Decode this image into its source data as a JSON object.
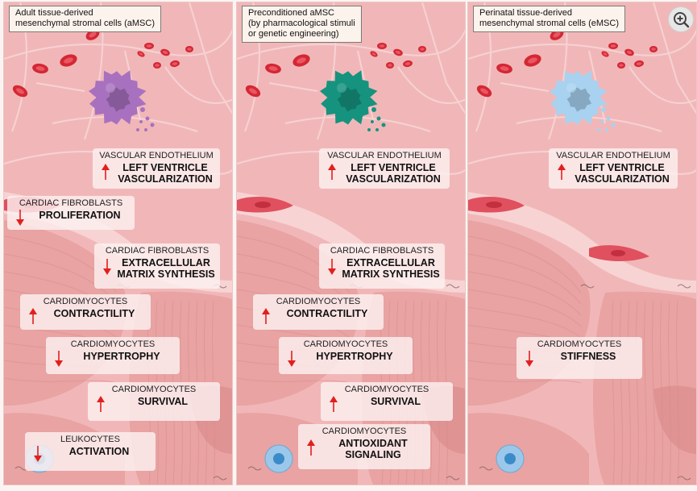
{
  "panels": [
    {
      "id": "amsc",
      "title_lines": [
        "Adult tissue-derived",
        "mesenchymal stromal cells (aMSC)"
      ],
      "cell_color": "#a871bf",
      "labels": [
        {
          "category": "VASCULAR ENDOTHELIUM",
          "effect": "LEFT VENTRICLE VASCULARIZATION",
          "lines": [
            "LEFT VENTRICLE",
            "VASCULARIZATION"
          ],
          "direction": "up"
        },
        {
          "category": "CARDIAC FIBROBLASTS",
          "effect": "PROLIFERATION",
          "lines": [
            "PROLIFERATION"
          ],
          "direction": "down"
        },
        {
          "category": "CARDIAC FIBROBLASTS",
          "effect": "EXTRACELLULAR MATRIX SYNTHESIS",
          "lines": [
            "EXTRACELLULAR",
            "MATRIX SYNTHESIS"
          ],
          "direction": "down"
        },
        {
          "category": "CARDIOMYOCYTES",
          "effect": "CONTRACTILITY",
          "lines": [
            "CONTRACTILITY"
          ],
          "direction": "up"
        },
        {
          "category": "CARDIOMYOCYTES",
          "effect": "HYPERTROPHY",
          "lines": [
            "HYPERTROPHY"
          ],
          "direction": "down"
        },
        {
          "category": "CARDIOMYOCYTES",
          "effect": "SURVIVAL",
          "lines": [
            "SURVIVAL"
          ],
          "direction": "up"
        },
        {
          "category": "LEUKOCYTES",
          "effect": "ACTIVATION",
          "lines": [
            "ACTIVATION"
          ],
          "direction": "down"
        }
      ]
    },
    {
      "id": "preconditioned",
      "title_lines": [
        "Preconditioned aMSC",
        "(by pharmacological stimuli",
        "or genetic engineering)"
      ],
      "cell_color": "#16937f",
      "labels": [
        {
          "category": "VASCULAR ENDOTHELIUM",
          "effect": "LEFT VENTRICLE VASCULARIZATION",
          "lines": [
            "LEFT VENTRICLE",
            "VASCULARIZATION"
          ],
          "direction": "up"
        },
        {
          "category": "CARDIAC FIBROBLASTS",
          "effect": "EXTRACELLULAR MATRIX SYNTHESIS",
          "lines": [
            "EXTRACELLULAR",
            "MATRIX SYNTHESIS"
          ],
          "direction": "down"
        },
        {
          "category": "CARDIOMYOCYTES",
          "effect": "CONTRACTILITY",
          "lines": [
            "CONTRACTILITY"
          ],
          "direction": "up"
        },
        {
          "category": "CARDIOMYOCYTES",
          "effect": "HYPERTROPHY",
          "lines": [
            "HYPERTROPHY"
          ],
          "direction": "down"
        },
        {
          "category": "CARDIOMYOCYTES",
          "effect": "SURVIVAL",
          "lines": [
            "SURVIVAL"
          ],
          "direction": "up"
        },
        {
          "category": "CARDIOMYOCYTES",
          "effect": "ANTIOXIDANT SIGNALING",
          "lines": [
            "ANTIOXIDANT",
            "SIGNALING"
          ],
          "direction": "up"
        }
      ]
    },
    {
      "id": "emsc",
      "title_lines": [
        "Perinatal tissue-derived",
        "mesenchymal stromal cells (eMSC)"
      ],
      "cell_color": "#a8d2f0",
      "labels": [
        {
          "category": "VASCULAR ENDOTHELIUM",
          "effect": "LEFT VENTRICLE VASCULARIZATION",
          "lines": [
            "LEFT VENTRICLE",
            "VASCULARIZATION"
          ],
          "direction": "up"
        },
        {
          "category": "CARDIOMYOCYTES",
          "effect": "STIFFNESS",
          "lines": [
            "STIFFNESS"
          ],
          "direction": "down"
        }
      ]
    }
  ],
  "colors": {
    "arrow": "#e0201e",
    "tissue": "#f1b7b8",
    "muscle": "#e8a3a2",
    "vessel_wall": "#f7d4d3",
    "blood_cell": "#d32834",
    "leukocyte": "#9bc8ea"
  },
  "icons": {
    "zoom": "zoom-in-icon"
  }
}
